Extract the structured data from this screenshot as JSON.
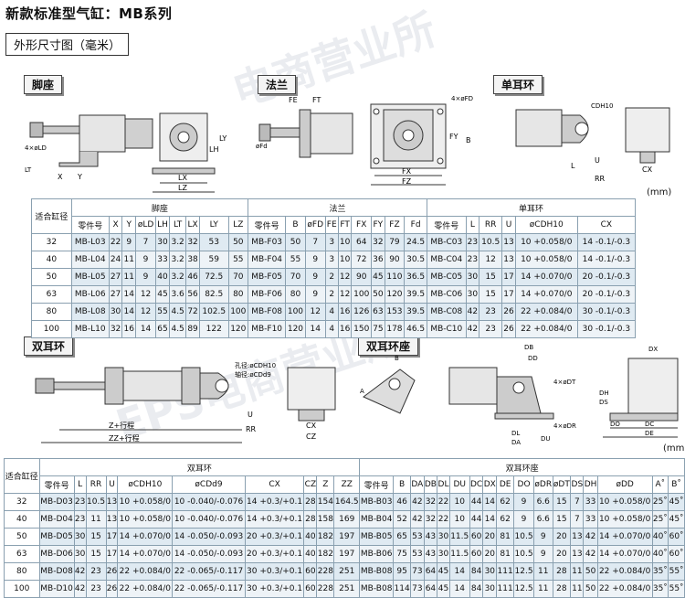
{
  "title": "新款标准型气缸：MB系列",
  "subtitle": "外形尺寸图（毫米）",
  "watermark": [
    "电商营业所",
    "EPS电商营业所"
  ],
  "unit_label": "(mm)",
  "sections": {
    "foot": "脚座",
    "flange": "法兰",
    "single_clevis": "单耳环",
    "double_clevis": "双耳环",
    "double_clevis_bracket": "双耳环座"
  },
  "drawing_labels": {
    "foot": [
      "4×øLD",
      "LT",
      "X",
      "Y",
      "LH",
      "LY",
      "LX",
      "LZ"
    ],
    "flange": [
      "FE",
      "FT",
      "øFd",
      "4×øFD",
      "FY",
      "B",
      "FX",
      "FZ"
    ],
    "single_clevis": [
      "CDH10",
      "L",
      "U",
      "RR",
      "CX"
    ],
    "double_clevis": [
      "孔径:øCDH10",
      "轴径:øCDd9",
      "Z+行程",
      "ZZ+行程",
      "U",
      "RR",
      "CX",
      "CZ"
    ],
    "double_clevis_bracket": [
      "DB",
      "DD",
      "B",
      "4×øDT",
      "A",
      "4×øDR",
      "DU",
      "DL",
      "DA",
      "DX",
      "DS",
      "DH",
      "DO",
      "DC",
      "DE"
    ]
  },
  "table1": {
    "group_headers": [
      "适合缸径",
      "脚座",
      "法兰",
      "单耳环"
    ],
    "columns_foot": [
      "零件号",
      "X",
      "Y",
      "øLD",
      "LH",
      "LT",
      "LX",
      "LY",
      "LZ"
    ],
    "columns_flange": [
      "零件号",
      "B",
      "øFD",
      "FE",
      "FT",
      "FX",
      "FY",
      "FZ",
      "Fd"
    ],
    "columns_single": [
      "零件号",
      "L",
      "RR",
      "U",
      "øCDH10",
      "CX"
    ],
    "rows": [
      {
        "bore": "32",
        "foot": [
          "MB-L03",
          "22",
          "9",
          "7",
          "30",
          "3.2",
          "32",
          "53",
          "50"
        ],
        "flange": [
          "MB-F03",
          "50",
          "7",
          "3",
          "10",
          "64",
          "32",
          "79",
          "24.5"
        ],
        "single": [
          "MB-C03",
          "23",
          "10.5",
          "13",
          "10 +0.058/0",
          "14 -0.1/-0.3"
        ]
      },
      {
        "bore": "40",
        "foot": [
          "MB-L04",
          "24",
          "11",
          "9",
          "33",
          "3.2",
          "38",
          "59",
          "55"
        ],
        "flange": [
          "MB-F04",
          "55",
          "9",
          "3",
          "10",
          "72",
          "36",
          "90",
          "30.5"
        ],
        "single": [
          "MB-C04",
          "23",
          "12",
          "13",
          "10 +0.058/0",
          "14 -0.1/-0.3"
        ]
      },
      {
        "bore": "50",
        "foot": [
          "MB-L05",
          "27",
          "11",
          "9",
          "40",
          "3.2",
          "46",
          "72.5",
          "70"
        ],
        "flange": [
          "MB-F05",
          "70",
          "9",
          "2",
          "12",
          "90",
          "45",
          "110",
          "36.5"
        ],
        "single": [
          "MB-C05",
          "30",
          "15",
          "17",
          "14 +0.070/0",
          "20 -0.1/-0.3"
        ]
      },
      {
        "bore": "63",
        "foot": [
          "MB-L06",
          "27",
          "14",
          "12",
          "45",
          "3.6",
          "56",
          "82.5",
          "80"
        ],
        "flange": [
          "MB-F06",
          "80",
          "9",
          "2",
          "12",
          "100",
          "50",
          "120",
          "39.5"
        ],
        "single": [
          "MB-C06",
          "30",
          "15",
          "17",
          "14 +0.070/0",
          "20 -0.1/-0.3"
        ]
      },
      {
        "bore": "80",
        "foot": [
          "MB-L08",
          "30",
          "14",
          "12",
          "55",
          "4.5",
          "72",
          "102.5",
          "100"
        ],
        "flange": [
          "MB-F08",
          "100",
          "12",
          "4",
          "16",
          "126",
          "63",
          "153",
          "39.5"
        ],
        "single": [
          "MB-C08",
          "42",
          "23",
          "26",
          "22 +0.084/0",
          "30 -0.1/-0.3"
        ]
      },
      {
        "bore": "100",
        "foot": [
          "MB-L10",
          "32",
          "16",
          "14",
          "65",
          "4.5",
          "89",
          "122",
          "120"
        ],
        "flange": [
          "MB-F10",
          "120",
          "14",
          "4",
          "16",
          "150",
          "75",
          "178",
          "46.5"
        ],
        "single": [
          "MB-C10",
          "42",
          "23",
          "26",
          "22 +0.084/0",
          "30 -0.1/-0.3"
        ]
      }
    ]
  },
  "table2": {
    "group_headers": [
      "适合缸径",
      "双耳环",
      "双耳环座"
    ],
    "columns_double": [
      "零件号",
      "L",
      "RR",
      "U",
      "øCDH10",
      "øCDd9",
      "CX",
      "CZ",
      "Z",
      "ZZ"
    ],
    "columns_bracket": [
      "零件号",
      "B",
      "DA",
      "DB",
      "DL",
      "DU",
      "DC",
      "DX",
      "DE",
      "DO",
      "øDR",
      "øDT",
      "DS",
      "DH",
      "øDD",
      "A˚",
      "B˚"
    ],
    "rows": [
      {
        "bore": "32",
        "double": [
          "MB-D03",
          "23",
          "10.5",
          "13",
          "10 +0.058/0",
          "10 -0.040/-0.076",
          "14 +0.3/+0.1",
          "28",
          "154",
          "164.5"
        ],
        "bracket": [
          "MB-B03",
          "46",
          "42",
          "32",
          "22",
          "10",
          "44",
          "14",
          "62",
          "9",
          "6.6",
          "15",
          "7",
          "33",
          "10 +0.058/0",
          "25˚",
          "45˚"
        ]
      },
      {
        "bore": "40",
        "double": [
          "MB-D04",
          "23",
          "11",
          "13",
          "10 +0.058/0",
          "10 -0.040/-0.076",
          "14 +0.3/+0.1",
          "28",
          "158",
          "169"
        ],
        "bracket": [
          "MB-B04",
          "52",
          "42",
          "32",
          "22",
          "10",
          "44",
          "14",
          "62",
          "9",
          "6.6",
          "15",
          "7",
          "33",
          "10 +0.058/0",
          "25˚",
          "45˚"
        ]
      },
      {
        "bore": "50",
        "double": [
          "MB-D05",
          "30",
          "15",
          "17",
          "14 +0.070/0",
          "14 -0.050/-0.093",
          "20 +0.3/+0.1",
          "40",
          "182",
          "197"
        ],
        "bracket": [
          "MB-B05",
          "65",
          "53",
          "43",
          "30",
          "11.5",
          "60",
          "20",
          "81",
          "10.5",
          "9",
          "20",
          "13",
          "42",
          "14 +0.070/0",
          "40˚",
          "60˚"
        ]
      },
      {
        "bore": "63",
        "double": [
          "MB-D06",
          "30",
          "15",
          "17",
          "14 +0.070/0",
          "14 -0.050/-0.093",
          "20 +0.3/+0.1",
          "40",
          "182",
          "197"
        ],
        "bracket": [
          "MB-B06",
          "75",
          "53",
          "43",
          "30",
          "11.5",
          "60",
          "20",
          "81",
          "10.5",
          "9",
          "20",
          "13",
          "42",
          "14 +0.070/0",
          "40˚",
          "60˚"
        ]
      },
      {
        "bore": "80",
        "double": [
          "MB-D08",
          "42",
          "23",
          "26",
          "22 +0.084/0",
          "22 -0.065/-0.117",
          "30 +0.3/+0.1",
          "60",
          "228",
          "251"
        ],
        "bracket": [
          "MB-B08",
          "95",
          "73",
          "64",
          "45",
          "14",
          "84",
          "30",
          "111",
          "12.5",
          "11",
          "28",
          "11",
          "50",
          "22 +0.084/0",
          "35˚",
          "55˚"
        ]
      },
      {
        "bore": "100",
        "double": [
          "MB-D10",
          "42",
          "23",
          "26",
          "22 +0.084/0",
          "22 -0.065/-0.117",
          "30 +0.3/+0.1",
          "60",
          "228",
          "251"
        ],
        "bracket": [
          "MB-B08",
          "114",
          "73",
          "64",
          "45",
          "14",
          "84",
          "30",
          "111",
          "12.5",
          "11",
          "28",
          "11",
          "50",
          "22 +0.084/0",
          "35˚",
          "55˚"
        ]
      }
    ]
  }
}
